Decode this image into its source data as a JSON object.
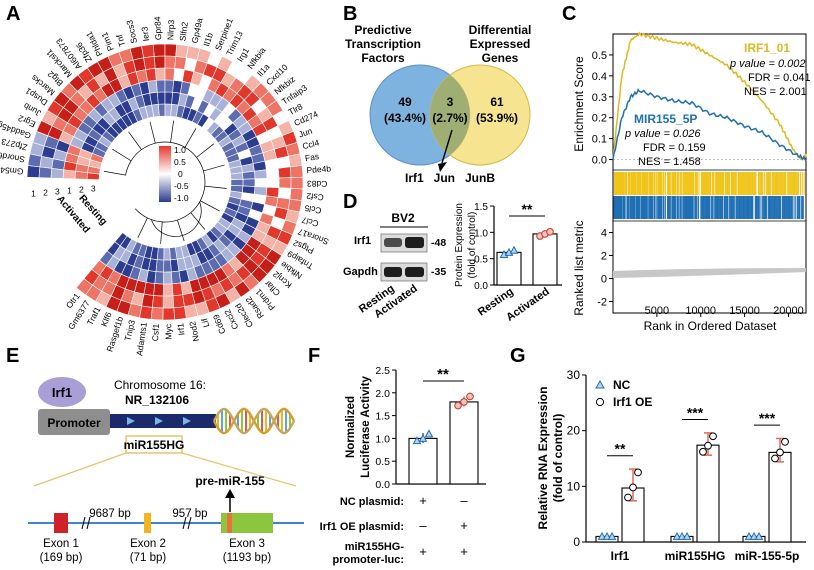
{
  "panels": {
    "A": "A",
    "B": "B",
    "C": "C",
    "D": "D",
    "E": "E",
    "F": "F",
    "G": "G"
  },
  "panelA": {
    "genes": [
      "Gm5416",
      "Snord65",
      "Zfp273",
      "Gadd45g",
      "Egr2",
      "Junb",
      "Dusp1",
      "Marcks",
      "Btg2",
      "Marcksl1",
      "AI607873",
      "Zfp36",
      "Phlda1",
      "Pim1",
      "Tnf",
      "Socs3",
      "Ier3",
      "Gpr84",
      "Nlrp3",
      "Slfn2",
      "Gp49a",
      "Il1b",
      "Serpine1",
      "Trim13",
      "Irg1",
      "Nfkbia",
      "Il1a",
      "Cxcl10",
      "Nfkbiz",
      "Tnfaip3",
      "Tlr8",
      "Cd274",
      "Jun",
      "Ccl4",
      "Fas",
      "Pde4b",
      "Cd83",
      "Csf2",
      "Ccl5",
      "Ccl7",
      "Snora17",
      "Ptgs2",
      "Tnfaip9",
      "Nfkbie",
      "Kcnj2",
      "Cflar",
      "Prdm1",
      "Rsad2",
      "Clec2d",
      "Cxcl2",
      "Cd69",
      "Lif",
      "Nod2",
      "Irf1",
      "Myc",
      "Csf1",
      "Adamts1",
      "Tnip3",
      "Rasgef1b",
      "Klf6",
      "Traf1",
      "Gm6377",
      "Otr1"
    ],
    "ring_labels": [
      "1",
      "2",
      "3",
      "1",
      "2",
      "3"
    ],
    "group_activated": "Activated",
    "group_resting": "Resting",
    "legend_ticks": [
      "1.0",
      "0.5",
      "0",
      "-0.5",
      "-1.0"
    ]
  },
  "panelB": {
    "left_title": "Predictive\nTranscription\nFactors",
    "right_title": "Differential\nExpressed\nGenes",
    "left_count": "49",
    "left_pct": "(43.4%)",
    "mid_count": "3",
    "mid_pct": "(2.7%)",
    "right_count": "61",
    "right_pct": "(53.9%)",
    "genes": "Irf1   Jun   JunB"
  },
  "panelC": {
    "ylabel_top": "Enrichment Score",
    "ylabel_bottom": "Ranked list metric",
    "xlabel": "Rank in Ordered Dataset",
    "y_ticks_top": [
      "0.5",
      "0.4",
      "0.3",
      "0.2",
      "0.1",
      "0.0"
    ],
    "y_ticks_bottom": [
      "4",
      "2",
      "0",
      "-2"
    ],
    "x_ticks": [
      "5000",
      "10000",
      "15000",
      "20000"
    ],
    "set1_name": "IRF1_01",
    "set1_p": "p value = 0.002",
    "set1_fdr": "FDR = 0.041",
    "set1_nes": "NES = 2.001",
    "set2_name": "MIR155_5P",
    "set2_p": "p value = 0.026",
    "set2_fdr": "FDR = 0.159",
    "set2_nes": "NES = 1.458"
  },
  "panelD": {
    "cell": "BV2",
    "band1": "Irf1",
    "band1_kda": "-48",
    "band2": "Gapdh",
    "band2_kda": "-35",
    "lane1": "Resting",
    "lane2": "Activated",
    "ylabel": "Protein Expression\n(fold of control)",
    "y_ticks": [
      "1.5",
      "1.0",
      "0.5",
      "0.0"
    ],
    "sig": "**"
  },
  "panelE": {
    "tf": "Irf1",
    "promoter": "Promoter",
    "chrom": "Chromosome 16:",
    "accession": "NR_132106",
    "gene": "miR155HG",
    "pre": "pre-miR-155",
    "gap1": "9687 bp",
    "gap2": "957 bp",
    "exon1": "Exon 1",
    "exon1_bp": "(169 bp)",
    "exon2": "Exon 2",
    "exon2_bp": "(71 bp)",
    "exon3": "Exon 3",
    "exon3_bp": "(1193 bp)"
  },
  "panelF": {
    "ylabel": "Normalized\nLuciferase Activity",
    "y_ticks": [
      "2.5",
      "2.0",
      "1.5",
      "1.0",
      "0.5",
      "0.0"
    ],
    "sig": "**",
    "row1": "NC plasmid:",
    "row2": "Irf1 OE plasmid:",
    "row3a": "miR155HG-",
    "row3b": "promoter-luc:",
    "row1_vals": [
      "+",
      "–"
    ],
    "row2_vals": [
      "–",
      "+"
    ],
    "row3_vals": [
      "+",
      "+"
    ]
  },
  "panelG": {
    "ylabel": "Relative RNA Expression\n(fold of control)",
    "y_ticks": [
      "30",
      "20",
      "10",
      "0"
    ],
    "legend_nc": "NC",
    "legend_oe": "Irf1 OE",
    "categories": [
      "Irf1",
      "miR155HG",
      "miR-155-5p"
    ],
    "sig": [
      "**",
      "***",
      "***"
    ]
  },
  "chart_data": [
    {
      "type": "bar",
      "title": "",
      "categories": [
        "Resting",
        "Activated"
      ],
      "values": [
        0.62,
        0.97
      ],
      "points": [
        [
          0.58,
          0.62,
          0.66
        ],
        [
          0.93,
          0.97,
          1.01
        ]
      ],
      "ylabel": "Protein Expression (fold of control)",
      "ylim": [
        0,
        1.5
      ]
    },
    {
      "type": "bar",
      "title": "",
      "categories": [
        "NC plasmid",
        "Irf1 OE plasmid"
      ],
      "values": [
        1.0,
        1.8
      ],
      "points": [
        [
          0.95,
          1.0,
          1.1
        ],
        [
          1.72,
          1.8,
          1.92
        ]
      ],
      "ylabel": "Normalized Luciferase Activity",
      "ylim": [
        0,
        2.5
      ]
    },
    {
      "type": "bar",
      "title": "",
      "categories": [
        "Irf1",
        "miR155HG",
        "miR-155-5p"
      ],
      "series": [
        {
          "name": "NC",
          "values": [
            1.0,
            1.0,
            1.0
          ]
        },
        {
          "name": "Irf1 OE",
          "values": [
            9.7,
            17.4,
            16.1
          ]
        }
      ],
      "points_oe": [
        [
          8.0,
          9.8,
          12.5
        ],
        [
          16.2,
          17.3,
          19.0
        ],
        [
          15.0,
          16.1,
          18.0
        ]
      ],
      "ylabel": "Relative RNA Expression (fold of control)",
      "ylim": [
        0,
        30
      ]
    },
    {
      "type": "line",
      "title": "",
      "series": [
        {
          "name": "IRF1_01",
          "x": [
            0,
            1000,
            2000,
            3000,
            5000,
            7000,
            9000,
            11000,
            13000,
            15000,
            17000,
            19000,
            20500,
            21500,
            22000
          ],
          "y": [
            0.0,
            0.4,
            0.57,
            0.6,
            0.58,
            0.56,
            0.55,
            0.5,
            0.45,
            0.37,
            0.28,
            0.17,
            0.05,
            0.0,
            0.02
          ]
        },
        {
          "name": "MIR155_5P",
          "x": [
            0,
            1000,
            2000,
            3000,
            5000,
            7000,
            9000,
            11000,
            13000,
            15000,
            17000,
            19000,
            21000,
            22000
          ],
          "y": [
            0.0,
            0.2,
            0.3,
            0.33,
            0.3,
            0.28,
            0.27,
            0.22,
            0.2,
            0.16,
            0.13,
            0.07,
            0.02,
            0.0
          ]
        }
      ],
      "xlabel": "Rank in Ordered Dataset",
      "ylabel": "Enrichment Score",
      "xlim": [
        0,
        22000
      ],
      "ylim": [
        -0.05,
        0.6
      ]
    }
  ]
}
